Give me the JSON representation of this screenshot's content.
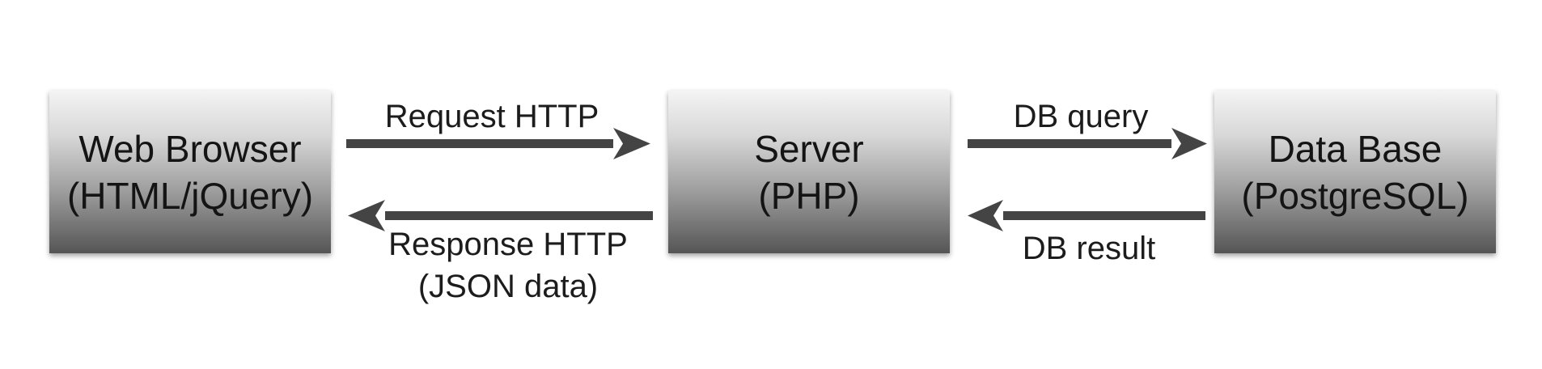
{
  "nodes": {
    "browser": {
      "line1": "Web Browser",
      "line2": "(HTML/jQuery)"
    },
    "server": {
      "line1": "Server",
      "line2": "(PHP)"
    },
    "db": {
      "line1": "Data Base",
      "line2": "(PostgreSQL)"
    }
  },
  "edges": {
    "request": {
      "label": "Request HTTP"
    },
    "response": {
      "label_line1": "Response HTTP",
      "label_line2": "(JSON data)"
    },
    "db_query": {
      "label": "DB query"
    },
    "db_result": {
      "label": "DB result"
    }
  },
  "colors": {
    "arrow": "#444444",
    "box_top": "#f4f4f4",
    "box_bottom": "#555555"
  }
}
